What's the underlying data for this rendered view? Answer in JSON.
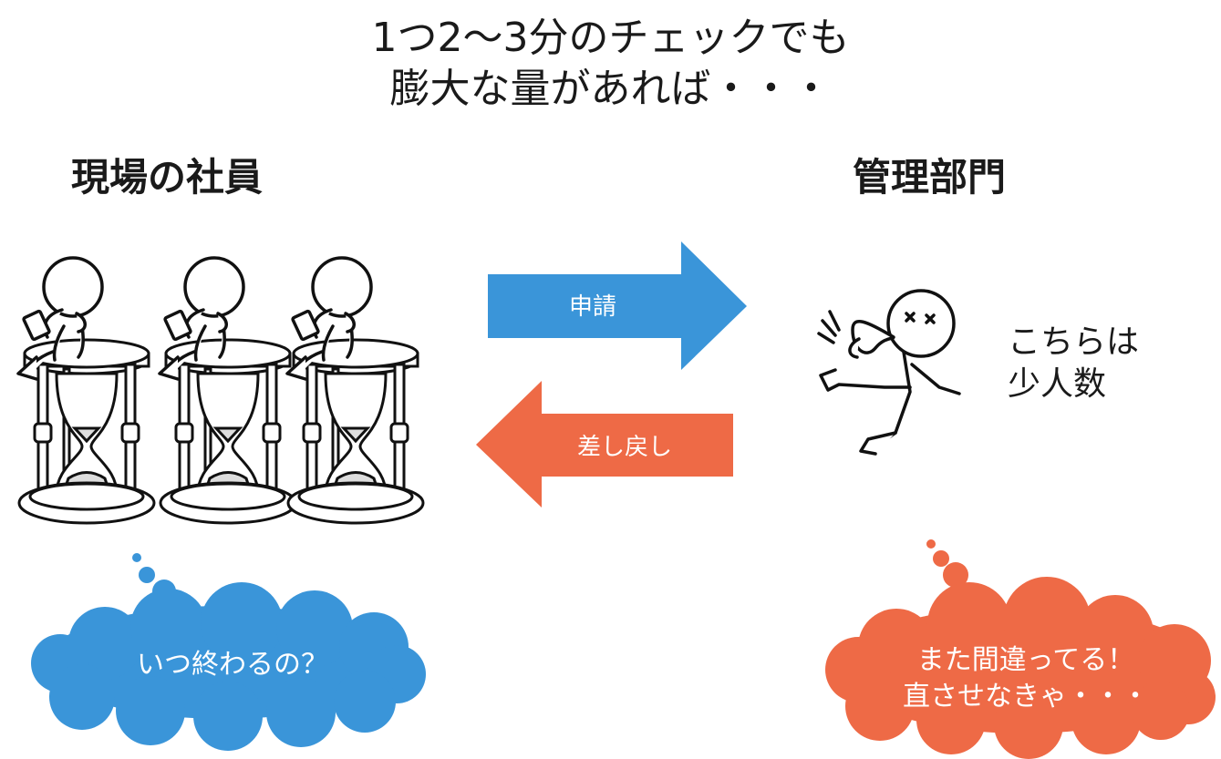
{
  "title": {
    "line1": "1つ2～3分のチェックでも",
    "line2": "膨大な量があれば・・・"
  },
  "left_heading": "現場の社員",
  "right_heading": "管理部門",
  "arrows": {
    "request": {
      "label": "申請",
      "color": "#3a95d9"
    },
    "return": {
      "label": "差し戻し",
      "color": "#ee6a46"
    }
  },
  "side_note": {
    "line1": "こちらは",
    "line2": "少人数"
  },
  "left_thought": {
    "text": "いつ終わるの？",
    "color": "#3a95d9"
  },
  "right_thought": {
    "line1": "また間違ってる！",
    "line2": "直させなきゃ・・・",
    "color": "#ee6a46"
  },
  "icons": [
    "hourglass-icon",
    "person-waiting-icon",
    "person-collapsed-icon"
  ]
}
